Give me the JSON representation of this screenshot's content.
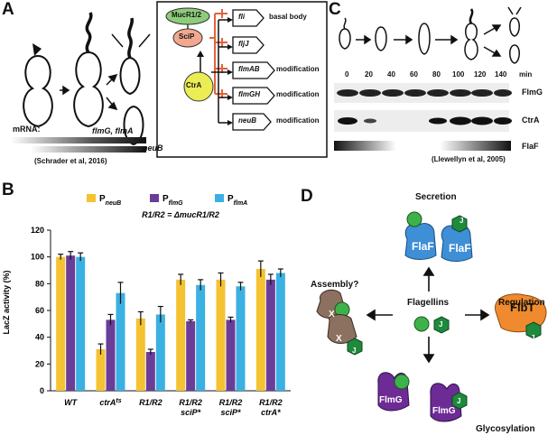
{
  "panel_labels": [
    "A",
    "B",
    "C",
    "D"
  ],
  "panel_a": {
    "mrna_label": "mRNA:",
    "gradient_labels": [
      "flmG, flmA",
      "neuB"
    ],
    "citation": "(Schrader et al, 2016)",
    "nodes": [
      "MucR1/2",
      "SciP",
      "CtrA"
    ],
    "targets": [
      {
        "gene": "fli",
        "role": "basal body"
      },
      {
        "gene": "fljJ",
        "role": ""
      },
      {
        "gene": "flmAB",
        "role": "modification"
      },
      {
        "gene": "flmGH",
        "role": "modification"
      },
      {
        "gene": "neuB",
        "role": "modification"
      }
    ]
  },
  "panel_c": {
    "time_points": [
      "0",
      "20",
      "40",
      "60",
      "80",
      "100",
      "120",
      "140"
    ],
    "time_unit": "min",
    "blots": [
      "FlmG",
      "CtrA"
    ],
    "gradient_label": "FlaF",
    "citation": "(Llewellyn et al, 2005)"
  },
  "chart_data": {
    "type": "bar",
    "ylabel": "LacZ activity (%)",
    "ylim": [
      0,
      120
    ],
    "yticks": [
      "0",
      "20",
      "40",
      "60",
      "80",
      "100",
      "120"
    ],
    "annotation": "R1/R2 = ΔmucR1/R2",
    "categories": [
      {
        "line1": "WT",
        "line2": "",
        "sup": ""
      },
      {
        "line1": "ctrA",
        "line2": "",
        "sup": "ts"
      },
      {
        "line1": "R1/R2",
        "line2": "",
        "sup": ""
      },
      {
        "line1": "R1/R2",
        "line2": "sciP*",
        "sup": ""
      },
      {
        "line1": "R1/R2",
        "line2": "sciP*",
        "sup": ""
      },
      {
        "line1": "R1/R2",
        "line2": "ctrA*",
        "sup": ""
      }
    ],
    "series": [
      {
        "name": "P",
        "sub": "neuB",
        "color": "#f5c231",
        "values": [
          100,
          31,
          54,
          83,
          83,
          91
        ],
        "errors": [
          2,
          4,
          5,
          4,
          5,
          6
        ]
      },
      {
        "name": "P",
        "sub": "flmG",
        "color": "#6a3d99",
        "values": [
          101,
          53,
          29,
          52,
          53,
          83
        ],
        "errors": [
          3,
          4,
          2,
          1,
          2,
          4
        ]
      },
      {
        "name": "P",
        "sub": "flmA",
        "color": "#3bb0e2",
        "values": [
          100,
          73,
          57,
          79,
          78,
          88
        ],
        "errors": [
          3,
          8,
          6,
          4,
          3,
          3
        ]
      }
    ]
  },
  "panel_d": {
    "center": "Flagellins",
    "secretion": "Secretion",
    "regulation": "Regulation",
    "assembly": "Assembly?",
    "glycosylation": "Glycosylation",
    "flaf": "FlaF",
    "flbt": "FlbT",
    "flmg": "FlmG",
    "x": "X",
    "j": "J"
  }
}
